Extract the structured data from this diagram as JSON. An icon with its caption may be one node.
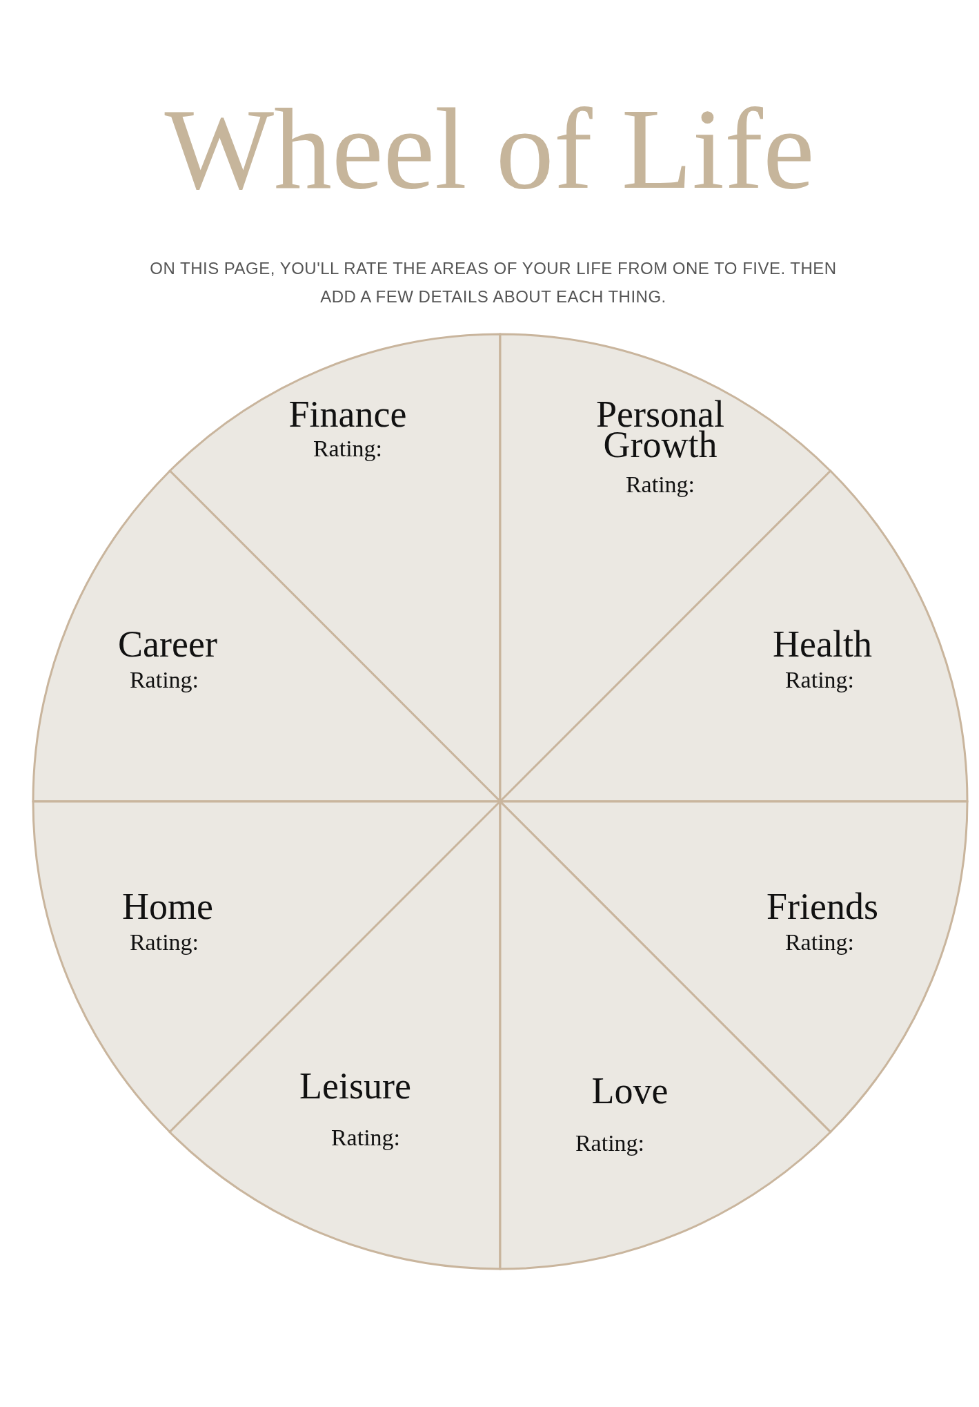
{
  "diagram": {
    "title": "Wheel of Life",
    "nodes": [
      {
        "text": [],
        "shape": "circle"
      },
      {
        "text": [
          "Finance",
          "Rating:"
        ],
        "in": 0
      },
      {
        "text": [
          "Personal Growth",
          "Rating:"
        ],
        "in": 0
      },
      {
        "text": [
          "Career",
          "Rating:"
        ],
        "in": 0
      },
      {
        "text": [
          "Health",
          "Rating:"
        ],
        "in": 0
      },
      {
        "text": [
          "Home",
          "Rating:"
        ],
        "in": 0
      },
      {
        "text": [
          "Friends",
          "Rating:"
        ],
        "in": 0
      },
      {
        "text": [
          "Leisure",
          "Rating:"
        ],
        "in": 0
      },
      {
        "text": [
          "Love",
          "Rating:"
        ],
        "in": 0
      }
    ],
    "labels": [
      "ON THIS PAGE, YOU'LL RATE THE AREAS OF YOUR LIFE FROM ONE TO FIVE. THEN ADD A FEW DETAILS ABOUT EACH THING."
    ]
  }
}
